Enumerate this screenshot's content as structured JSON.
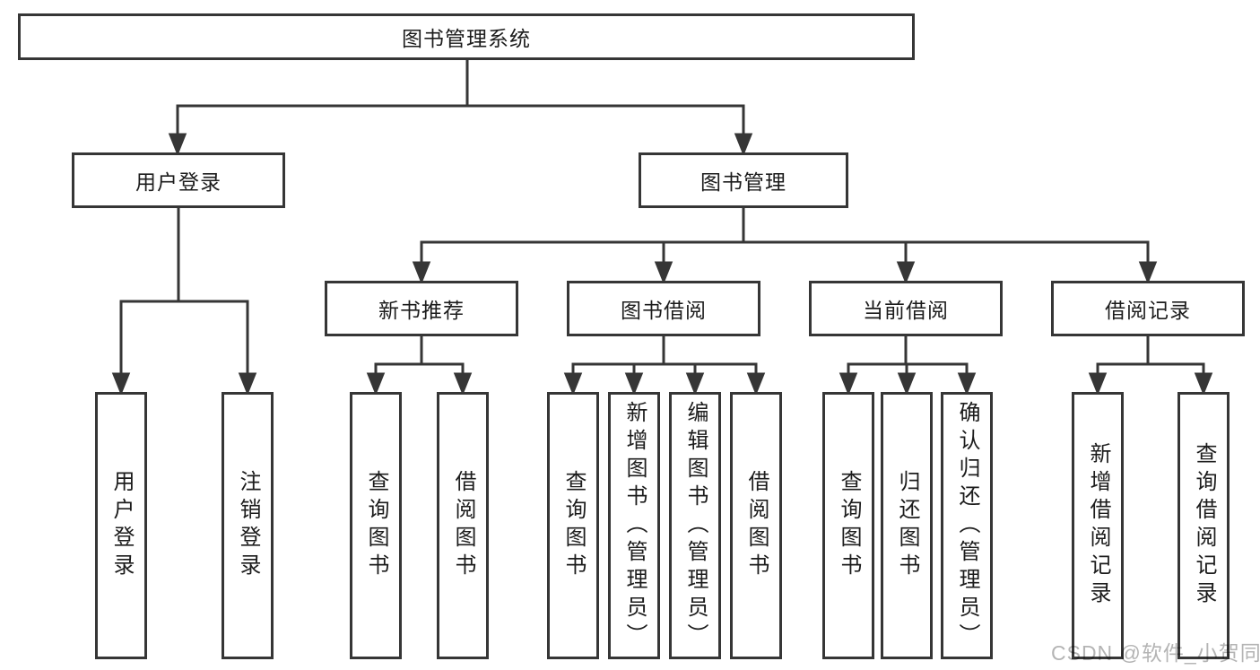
{
  "diagram": {
    "root": {
      "label": "图书管理系统"
    },
    "branches": [
      {
        "label": "用户登录",
        "children": [
          {
            "label": "用户登录"
          },
          {
            "label": "注销登录"
          }
        ]
      },
      {
        "label": "图书管理",
        "children": [
          {
            "label": "新书推荐",
            "children": [
              {
                "label": "查询图书"
              },
              {
                "label": "借阅图书"
              }
            ]
          },
          {
            "label": "图书借阅",
            "children": [
              {
                "label": "查询图书"
              },
              {
                "label": "新增图书（管理员）"
              },
              {
                "label": "编辑图书（管理员）"
              },
              {
                "label": "借阅图书"
              }
            ]
          },
          {
            "label": "当前借阅",
            "children": [
              {
                "label": "查询图书"
              },
              {
                "label": "归还图书"
              },
              {
                "label": "确认归还（管理员）"
              }
            ]
          },
          {
            "label": "借阅记录",
            "children": [
              {
                "label": "新增借阅记录"
              },
              {
                "label": "查询借阅记录"
              }
            ]
          }
        ]
      }
    ]
  },
  "watermark": {
    "text": "CSDN @软件_小贺同学"
  },
  "colors": {
    "line": "#363636",
    "text": "#1c1c1c",
    "watermark": "#b4b4b4",
    "background": "#ffffff"
  }
}
